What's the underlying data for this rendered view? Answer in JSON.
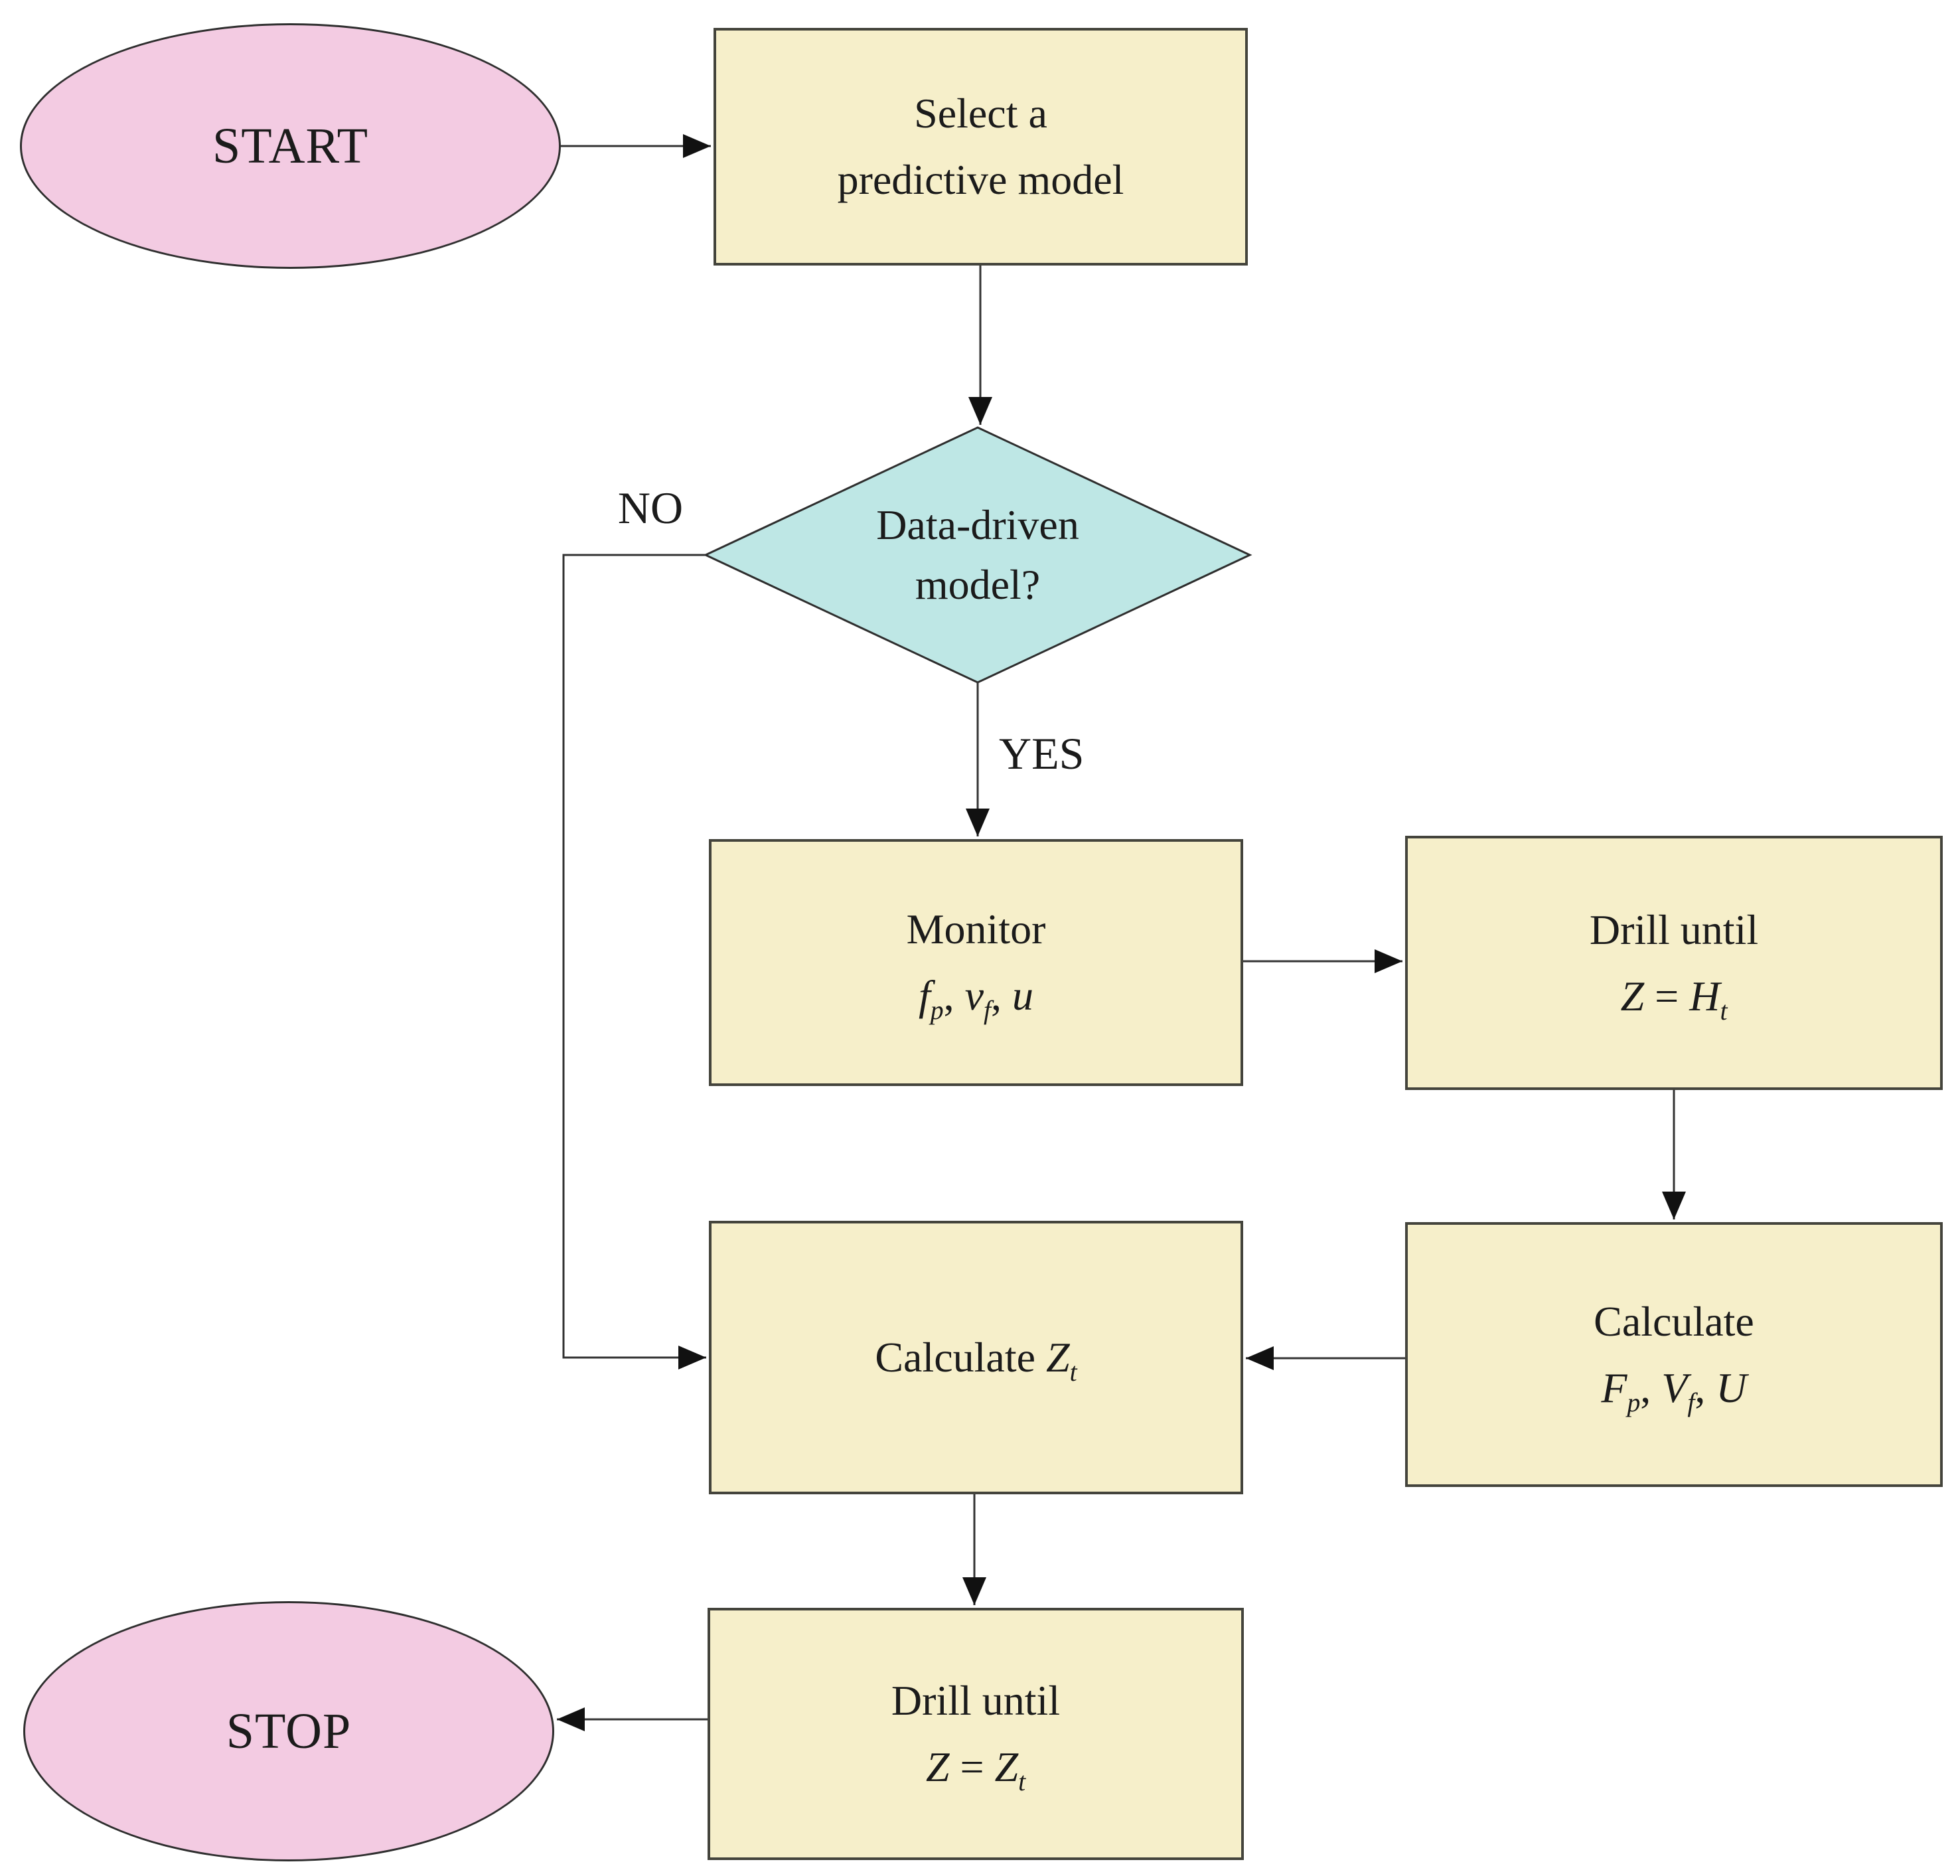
{
  "colors": {
    "terminal_fill": "#f3cbe2",
    "process_fill": "#f6efca",
    "decision_fill": "#bee7e5"
  },
  "labels": {
    "start": "START",
    "stop": "STOP",
    "no": "NO",
    "yes": "YES"
  },
  "nodes": {
    "select_model": {
      "line1": "Select a",
      "line2": "predictive model"
    },
    "data_driven": {
      "line1": "Data-driven",
      "line2": "model?"
    },
    "monitor": {
      "title": "Monitor",
      "v1": "f",
      "v1sub": "p",
      "sep1": ", ",
      "v2": "v",
      "v2sub": "f",
      "sep2": ", ",
      "v3": "u"
    },
    "drill_ht": {
      "title": "Drill until",
      "lhs": "Z",
      "eq": " = ",
      "rhs": "H",
      "rhssub": "t"
    },
    "calc_fvu": {
      "title": "Calculate",
      "v1": "F",
      "v1sub": "p",
      "sep1": ", ",
      "v2": "V",
      "v2sub": "f",
      "sep2": ", ",
      "v3": "U"
    },
    "calc_zt": {
      "prefix": "Calculate ",
      "var": "Z",
      "varsub": "t"
    },
    "drill_zt": {
      "title": "Drill until",
      "lhs": "Z",
      "eq": " = ",
      "rhs": "Z",
      "rhssub": "t"
    },
    "stop": {}
  }
}
